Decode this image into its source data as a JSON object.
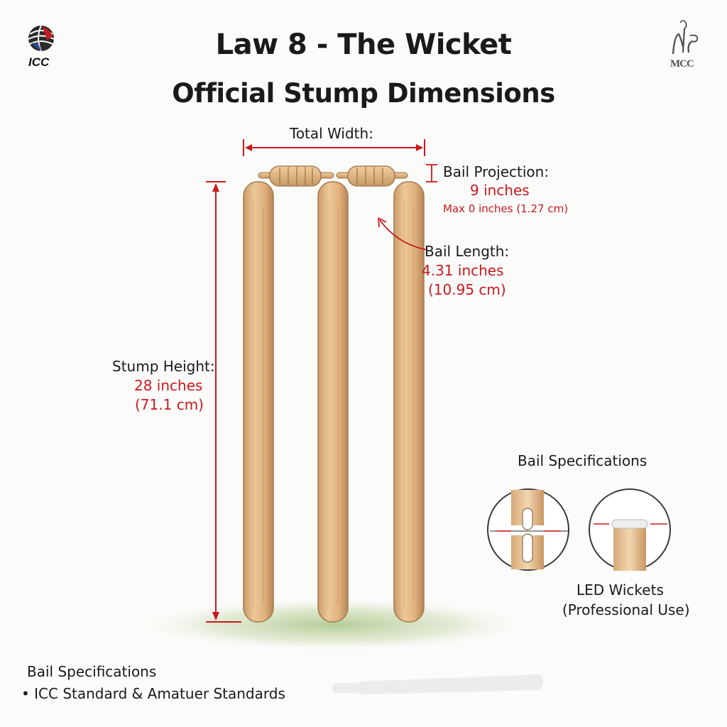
{
  "header": {
    "title": "Law 8 - The Wicket",
    "subtitle": "Official Stump Dimensions",
    "icc_logo_text": "ICC",
    "mcc_logo_text": "MCC"
  },
  "diagram": {
    "total_width_label": "Total Width:",
    "bail_projection": {
      "label": "Bail Projection:",
      "value": "9 inches",
      "note": "Max 0 inches (1.27 cm)"
    },
    "bail_length": {
      "label": "Bail Length:",
      "value": "4.31 inches",
      "metric": "(10.95 cm)"
    },
    "stump_height": {
      "label": "Stump Height:",
      "value": "28 inches",
      "metric": "(71.1 cm)"
    }
  },
  "bail_specs_panel": {
    "heading": "Bail Specifications",
    "led_caption_line1": "LED Wickets",
    "led_caption_line2": "(Professional Use)"
  },
  "footer": {
    "heading": "Bail Specifications",
    "bullet": "• ICC Standard & Amatuer Standards"
  },
  "colors": {
    "accent_red": "#c8191f",
    "wood": "#e2b98a",
    "grass": "#b9cf9a"
  }
}
